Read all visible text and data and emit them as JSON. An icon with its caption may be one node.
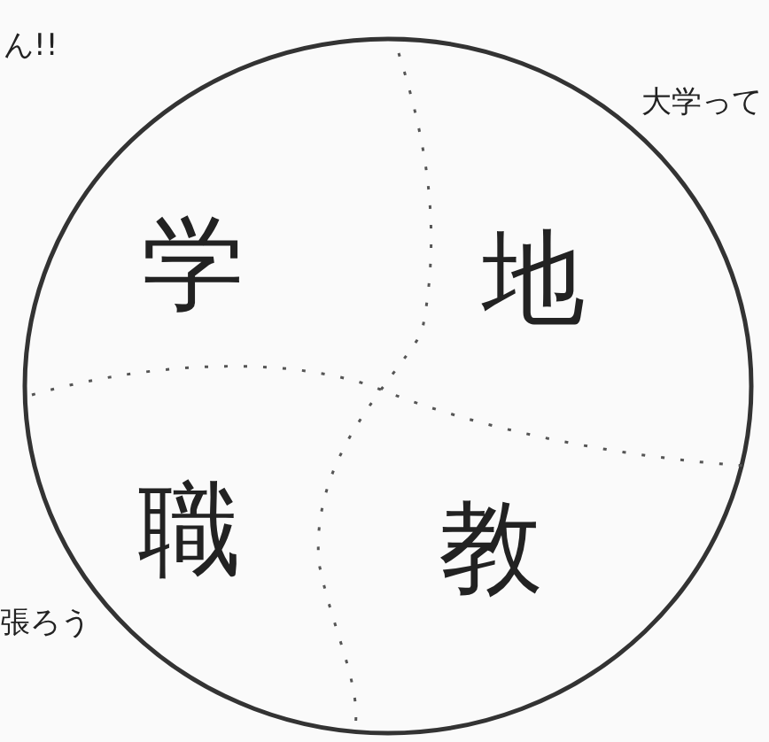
{
  "diagram": {
    "nodes": [
      {
        "text": [
          "学",
          "地",
          "職",
          "教"
        ]
      }
    ],
    "labels": [
      "ん!!",
      "大学って",
      "張ろう"
    ]
  }
}
